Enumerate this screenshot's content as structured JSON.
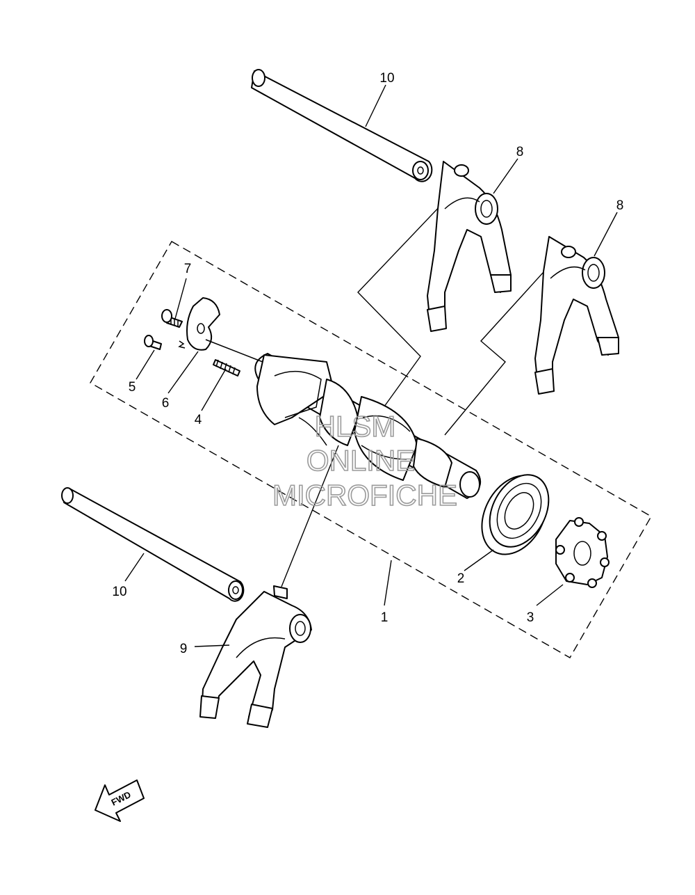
{
  "callouts": {
    "c1": "1",
    "c2": "2",
    "c3": "3",
    "c4": "4",
    "c5": "5",
    "c6": "6",
    "c7": "7",
    "c8a": "8",
    "c8b": "8",
    "c9": "9",
    "c10a": "10",
    "c10b": "10"
  },
  "watermark": {
    "line1": "HLSM",
    "line2": "ONLINE",
    "line3": "MICROFICHE"
  },
  "direction_arrow": {
    "label": "FWD"
  }
}
